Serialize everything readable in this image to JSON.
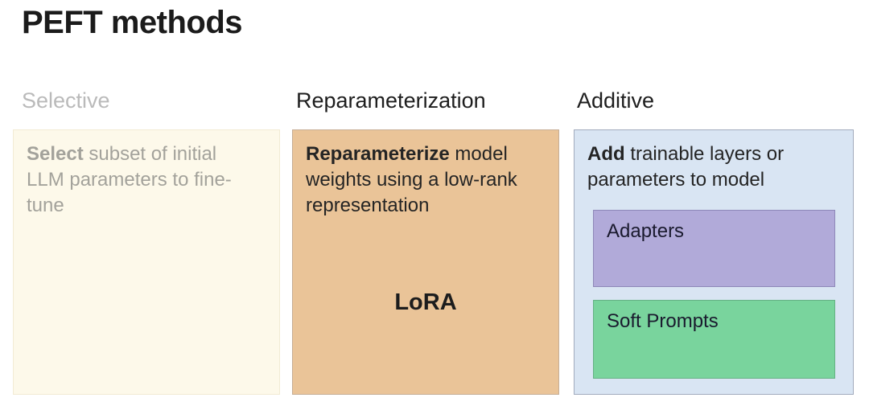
{
  "title": "PEFT methods",
  "colors": {
    "selective_bg": "#fdf9ea",
    "selective_text": "#a3a29b",
    "selective_header": "#bababa",
    "reparam_bg": "#eac498",
    "reparam_border": "#c6ae96",
    "additive_bg": "#d9e5f3",
    "additive_border": "#a2abbd",
    "adapters_bg": "#b1aad9",
    "adapters_border": "#8e88b8",
    "soft_prompts_bg": "#79d49d",
    "soft_prompts_border": "#65b184",
    "text_dark": "#242424"
  },
  "columns": [
    {
      "header": "Selective",
      "description_lead": "Select",
      "description_rest": " subset of initial LLM parameters to fine-tune"
    },
    {
      "header": "Reparameterization",
      "description_lead": "Reparameterize",
      "description_rest": " model weights using a low-rank representation",
      "method_label": "LoRA"
    },
    {
      "header": "Additive",
      "description_lead": "Add",
      "description_rest": " trainable layers or parameters to model",
      "sub_boxes": [
        {
          "label": "Adapters"
        },
        {
          "label": "Soft Prompts"
        }
      ]
    }
  ]
}
